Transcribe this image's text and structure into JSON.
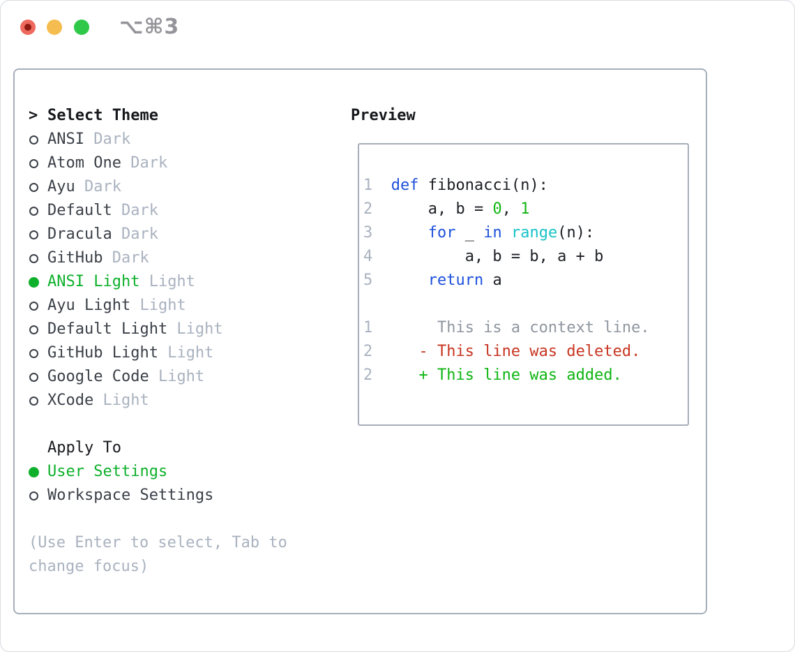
{
  "titlebar": {
    "title": "⌥⌘3"
  },
  "colors": {
    "accent_green": "#0eb02b",
    "keyword_blue": "#1d50db",
    "function_cyan": "#16c2c7",
    "number_green": "#10b512",
    "deleted_red": "#c73420",
    "added_green": "#0eb512",
    "muted_gray": "#a9b2bf",
    "traffic_red": "#ee6a5e",
    "traffic_yellow": "#f5bd4f",
    "traffic_green": "#2fc848",
    "panel_border": "#a6aeb9"
  },
  "theme_list": {
    "caret": ">",
    "header": "Select Theme",
    "items": [
      {
        "name": "ANSI",
        "variant": "Dark",
        "selected": false
      },
      {
        "name": "Atom One",
        "variant": "Dark",
        "selected": false
      },
      {
        "name": "Ayu",
        "variant": "Dark",
        "selected": false
      },
      {
        "name": "Default",
        "variant": "Dark",
        "selected": false
      },
      {
        "name": "Dracula",
        "variant": "Dark",
        "selected": false
      },
      {
        "name": "GitHub",
        "variant": "Dark",
        "selected": false
      },
      {
        "name": "ANSI Light",
        "variant": "Light",
        "selected": true
      },
      {
        "name": "Ayu Light",
        "variant": "Light",
        "selected": false
      },
      {
        "name": "Default Light",
        "variant": "Light",
        "selected": false
      },
      {
        "name": "GitHub Light",
        "variant": "Light",
        "selected": false
      },
      {
        "name": "Google Code",
        "variant": "Light",
        "selected": false
      },
      {
        "name": "XCode",
        "variant": "Light",
        "selected": false
      }
    ]
  },
  "apply_to": {
    "header": "Apply To",
    "options": [
      {
        "label": "User Settings",
        "selected": true
      },
      {
        "label": "Workspace Settings",
        "selected": false
      }
    ]
  },
  "hint_lines": [
    "(Use Enter to select, Tab to",
    "change focus)"
  ],
  "preview": {
    "header": "Preview",
    "lines": [
      {
        "tokens": [
          [
            "num",
            "1"
          ],
          [
            "plain",
            "  "
          ],
          [
            "kw",
            "def"
          ],
          [
            "plain",
            " fibonacci(n):"
          ]
        ]
      },
      {
        "tokens": [
          [
            "num",
            "2"
          ],
          [
            "plain",
            "      a, b = "
          ],
          [
            "grn",
            "0"
          ],
          [
            "plain",
            ", "
          ],
          [
            "grn",
            "1"
          ]
        ]
      },
      {
        "tokens": [
          [
            "num",
            "3"
          ],
          [
            "plain",
            "      "
          ],
          [
            "kw",
            "for"
          ],
          [
            "plain",
            " _ "
          ],
          [
            "kw",
            "in"
          ],
          [
            "plain",
            " "
          ],
          [
            "fn",
            "range"
          ],
          [
            "plain",
            "(n):"
          ]
        ]
      },
      {
        "tokens": [
          [
            "num",
            "4"
          ],
          [
            "plain",
            "          a, b = b, a + b"
          ]
        ]
      },
      {
        "tokens": [
          [
            "num",
            "5"
          ],
          [
            "plain",
            "      "
          ],
          [
            "kw",
            "return"
          ],
          [
            "plain",
            " a"
          ]
        ]
      },
      {
        "tokens": []
      },
      {
        "tokens": [
          [
            "num",
            "1"
          ],
          [
            "ctx",
            "       This is a context line."
          ]
        ]
      },
      {
        "tokens": [
          [
            "num",
            "2"
          ],
          [
            "del",
            "     - This line was deleted."
          ]
        ]
      },
      {
        "tokens": [
          [
            "num",
            "2"
          ],
          [
            "add",
            "     + This line was added."
          ]
        ]
      }
    ]
  }
}
